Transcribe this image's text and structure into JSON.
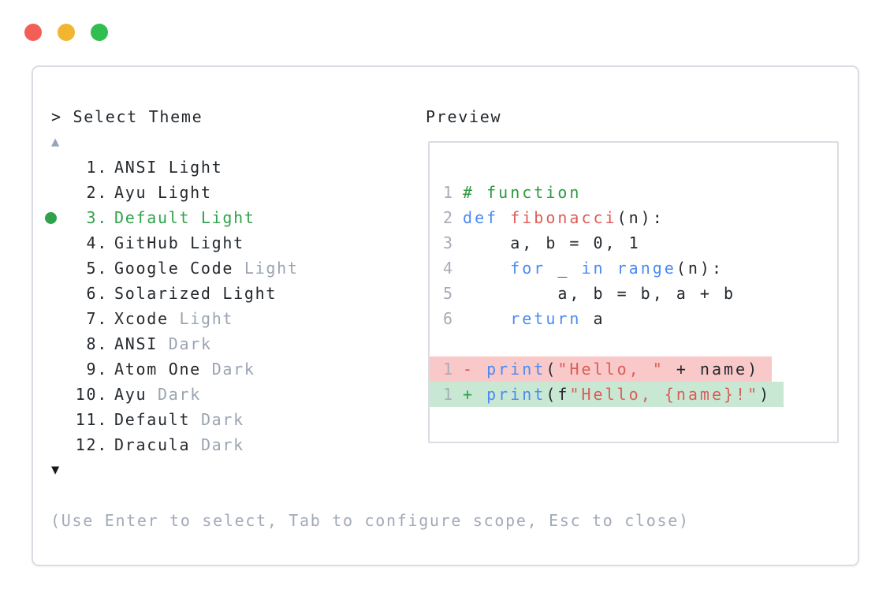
{
  "window": {
    "controls": [
      {
        "name": "close",
        "color": "#f25f57"
      },
      {
        "name": "minimize",
        "color": "#f2b530"
      },
      {
        "name": "maximize",
        "color": "#2fbe4f"
      }
    ]
  },
  "picker": {
    "prompt": "> Select Theme",
    "scroll_up": "▲",
    "scroll_down": "▼",
    "items": [
      {
        "number": "1.",
        "name": "ANSI Light",
        "muted_suffix": "",
        "selected": false
      },
      {
        "number": "2.",
        "name": "Ayu Light",
        "muted_suffix": "",
        "selected": false
      },
      {
        "number": "3.",
        "name": "Default Light",
        "muted_suffix": "",
        "selected": true
      },
      {
        "number": "4.",
        "name": "GitHub Light",
        "muted_suffix": "",
        "selected": false
      },
      {
        "number": "5.",
        "name": "Google Code",
        "muted_suffix": "Light",
        "selected": false
      },
      {
        "number": "6.",
        "name": "Solarized Light",
        "muted_suffix": "",
        "selected": false
      },
      {
        "number": "7.",
        "name": "Xcode",
        "muted_suffix": "Light",
        "selected": false
      },
      {
        "number": "8.",
        "name": "ANSI",
        "muted_suffix": "Dark",
        "selected": false
      },
      {
        "number": "9.",
        "name": "Atom One",
        "muted_suffix": "Dark",
        "selected": false
      },
      {
        "number": "10.",
        "name": "Ayu",
        "muted_suffix": "Dark",
        "selected": false
      },
      {
        "number": "11.",
        "name": "Default",
        "muted_suffix": "Dark",
        "selected": false
      },
      {
        "number": "12.",
        "name": "Dracula",
        "muted_suffix": "Dark",
        "selected": false
      }
    ],
    "help": "(Use Enter to select, Tab to configure scope, Esc to close)"
  },
  "preview": {
    "label": "Preview",
    "code_lines": [
      {
        "number": "1",
        "tokens": [
          {
            "text": "# function",
            "type": "comment"
          }
        ]
      },
      {
        "number": "2",
        "tokens": [
          {
            "text": "def",
            "type": "keyword"
          },
          {
            "text": " ",
            "type": "plain"
          },
          {
            "text": "fibonacci",
            "type": "function"
          },
          {
            "text": "(n):",
            "type": "plain"
          }
        ]
      },
      {
        "number": "3",
        "tokens": [
          {
            "text": "    a, b = 0, 1",
            "type": "plain"
          }
        ]
      },
      {
        "number": "4",
        "tokens": [
          {
            "text": "    ",
            "type": "plain"
          },
          {
            "text": "for",
            "type": "keyword"
          },
          {
            "text": " _ ",
            "type": "plain"
          },
          {
            "text": "in",
            "type": "keyword"
          },
          {
            "text": " ",
            "type": "plain"
          },
          {
            "text": "range",
            "type": "keyword"
          },
          {
            "text": "(n):",
            "type": "plain"
          }
        ]
      },
      {
        "number": "5",
        "tokens": [
          {
            "text": "        a, b = b, a + b",
            "type": "plain"
          }
        ]
      },
      {
        "number": "6",
        "tokens": [
          {
            "text": "    ",
            "type": "plain"
          },
          {
            "text": "return",
            "type": "keyword"
          },
          {
            "text": " a",
            "type": "plain"
          }
        ]
      }
    ],
    "diff_lines": [
      {
        "number": "1",
        "kind": "removed",
        "tokens": [
          {
            "text": "- ",
            "type": "removed-sign"
          },
          {
            "text": "print",
            "type": "keyword"
          },
          {
            "text": "(",
            "type": "plain"
          },
          {
            "text": "\"Hello, \"",
            "type": "string"
          },
          {
            "text": " + name)",
            "type": "plain"
          }
        ]
      },
      {
        "number": "1",
        "kind": "added",
        "tokens": [
          {
            "text": "+ ",
            "type": "added-sign"
          },
          {
            "text": "print",
            "type": "keyword"
          },
          {
            "text": "(f",
            "type": "plain"
          },
          {
            "text": "\"Hello, {name}!\"",
            "type": "string"
          },
          {
            "text": ")",
            "type": "plain"
          }
        ]
      }
    ]
  },
  "colors": {
    "accent_green": "#31a24c",
    "keyword_blue": "#4a8af4",
    "function_red": "#dc5c57",
    "string_red": "#dc5c57",
    "comment_green": "#2f9a40",
    "text_dark": "#24292e",
    "muted_gray": "#9aa4b2",
    "help_gray": "#a2aab8",
    "scroll_up_gray": "#98a4b8",
    "diff_removed_bg": "#f8c9c8",
    "diff_added_bg": "#c9e8d4",
    "diff_removed_sign": "#d9534f",
    "diff_added_sign": "#2f9e44",
    "panel_border": "#d9dde3",
    "traffic_red": "#f25f57",
    "traffic_yellow": "#f2b530",
    "traffic_green": "#2fbe4f"
  }
}
